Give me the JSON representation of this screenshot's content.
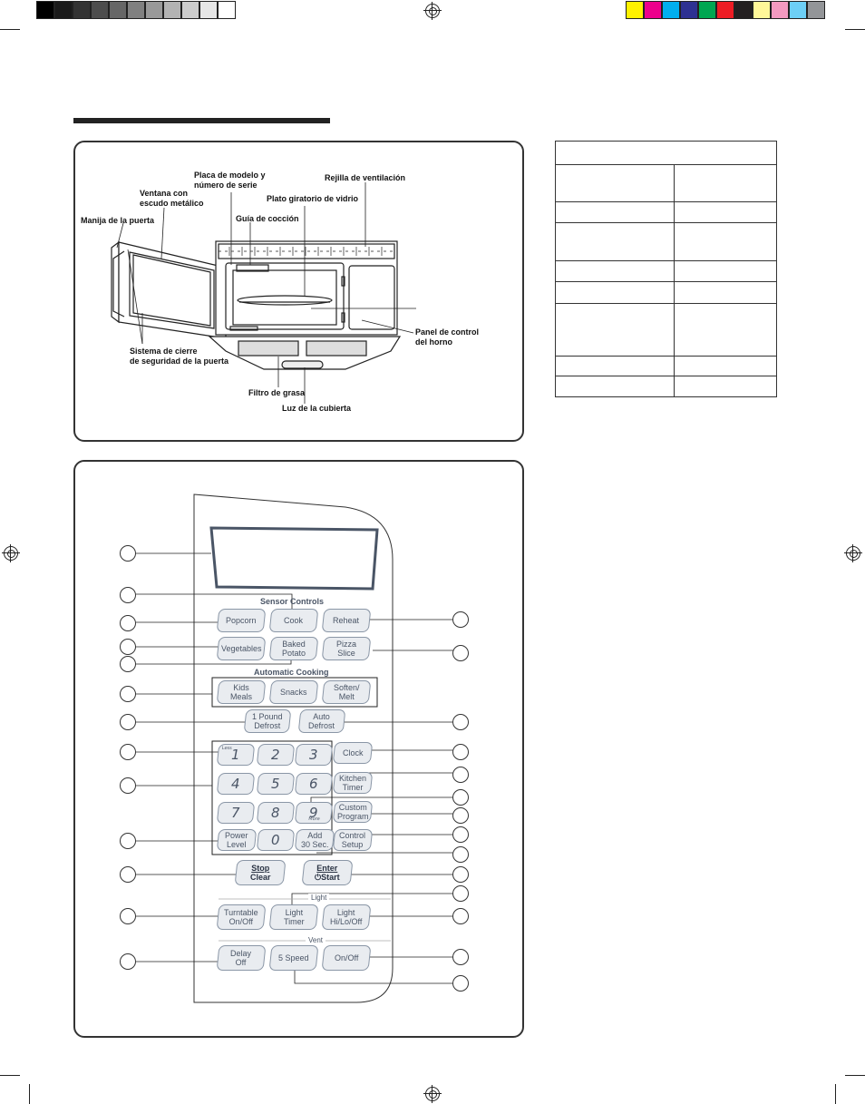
{
  "print_marks": {
    "gray_swatches": [
      "#000000",
      "#1a1a1a",
      "#333333",
      "#4d4d4d",
      "#666666",
      "#808080",
      "#999999",
      "#b3b3b3",
      "#cccccc",
      "#e6e6e6",
      "#ffffff"
    ],
    "color_swatches": [
      "#fff200",
      "#ec008c",
      "#00aeef",
      "#2e3192",
      "#00a651",
      "#ed1c24",
      "#231f20",
      "#fff799",
      "#f49ac1",
      "#6dcff6",
      "#939598"
    ]
  },
  "diagram": {
    "labels": {
      "handle": "Manija de la puerta",
      "window": "Ventana con\nescudo metálico",
      "model_plate": "Placa de modelo y\nnúmero de serie",
      "cooking_guide": "Guía de cocción",
      "turntable": "Plato giratorio de vidrio",
      "vent_grille": "Rejilla de ventilación",
      "control_panel": "Panel de control\ndel horno",
      "door_lock": "Sistema de cierre\nde seguridad de la puerta",
      "grease_filter": "Filtro de grasa",
      "cooktop_light": "Luz de la cubierta"
    }
  },
  "control_panel": {
    "sections": {
      "sensor": "Sensor Controls",
      "auto": "Automatic Cooking",
      "light": "Light",
      "vent": "Vent"
    },
    "keys": {
      "popcorn": "Popcorn",
      "cook": "Cook",
      "reheat": "Reheat",
      "vegetables": "Vegetables",
      "baked_potato": "Baked\nPotato",
      "pizza_slice": "Pizza\nSlice",
      "kids_meals": "Kids\nMeals",
      "snacks": "Snacks",
      "soften_melt": "Soften/\nMelt",
      "one_pound_defrost": "1 Pound\nDefrost",
      "auto_defrost": "Auto\nDefrost",
      "clock": "Clock",
      "kitchen_timer": "Kitchen\nTimer",
      "custom_program": "Custom\nProgram",
      "control_setup": "Control\nSetup",
      "power_level": "Power\nLevel",
      "add_30_sec": "Add\n30 Sec.",
      "stop": "Stop",
      "clear": "Clear",
      "enter": "Enter",
      "start": "⏻Start",
      "turntable_onoff": "Turntable\nOn/Off",
      "light_timer": "Light\nTimer",
      "light_hilooff": "Light\nHi/Lo/Off",
      "delay_off": "Delay\nOff",
      "five_speed": "5 Speed",
      "vent_onoff": "On/Off"
    },
    "digits": [
      "1",
      "2",
      "3",
      "4",
      "5",
      "6",
      "7",
      "8",
      "9",
      "0"
    ],
    "less_label": "Less",
    "more_label": "More"
  }
}
